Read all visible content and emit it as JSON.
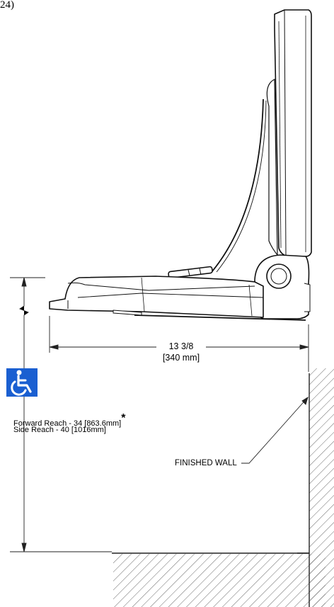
{
  "figure_tag": "24)",
  "width_dimension": {
    "imperial": "13 3/8",
    "metric": "[340 mm]"
  },
  "accessibility": {
    "icon": "wheelchair-icon",
    "icon_color": "#1a5fd1",
    "forward_reach": "Forward Reach - 34 [863.6mm]",
    "forward_reach_note": "*",
    "side_reach": "Side Reach - 40 [1016mm]"
  },
  "wall_label": "FINISHED WALL"
}
